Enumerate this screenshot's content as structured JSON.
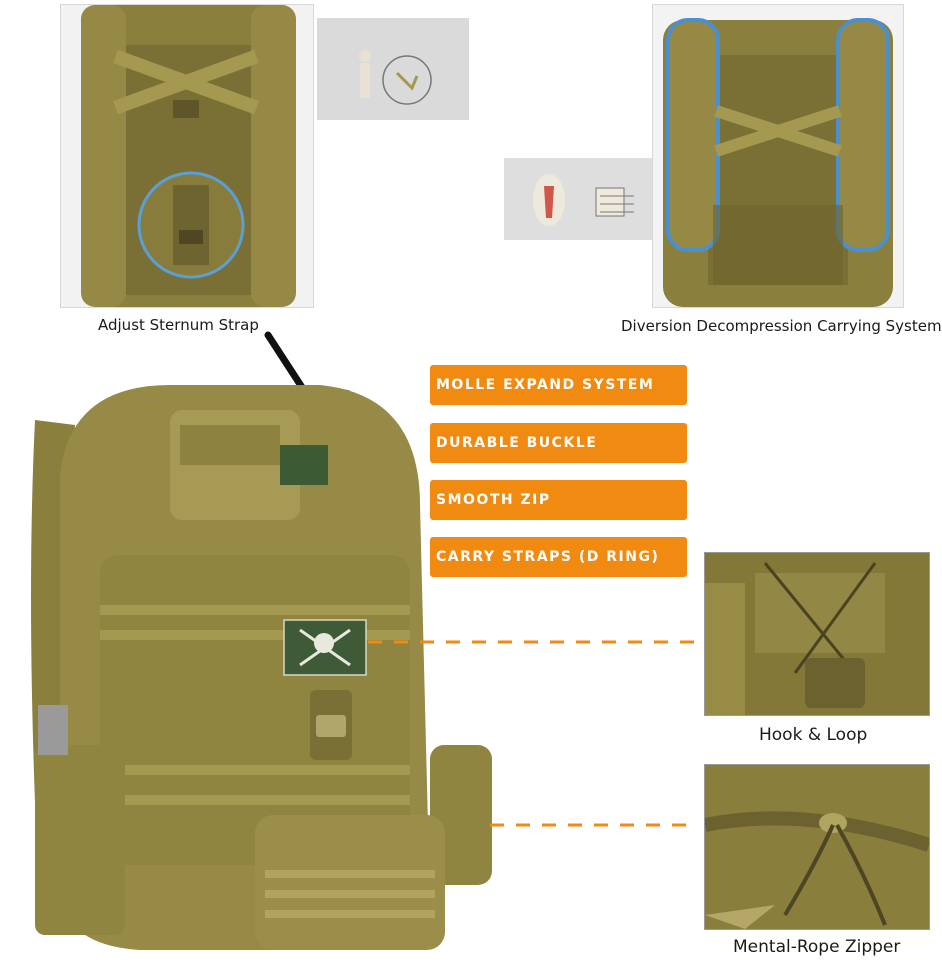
{
  "top_left": {
    "caption": "Adjust Sternum Strap"
  },
  "top_right": {
    "caption": "Diversion Decompression Carrying System"
  },
  "features": [
    {
      "label": "Molle Expand System"
    },
    {
      "label": "Durable Buckle"
    },
    {
      "label": "Smooth Zip"
    },
    {
      "label": "Carry Straps (D Ring)"
    }
  ],
  "detail_1": {
    "caption": "Hook & Loop"
  },
  "detail_2": {
    "caption": "Mental-Rope Zipper"
  },
  "colors": {
    "accent_orange": "#f08a10",
    "tan": "#8f8440",
    "dark_tan": "#6a6130",
    "highlight_blue": "#4a90d0"
  }
}
